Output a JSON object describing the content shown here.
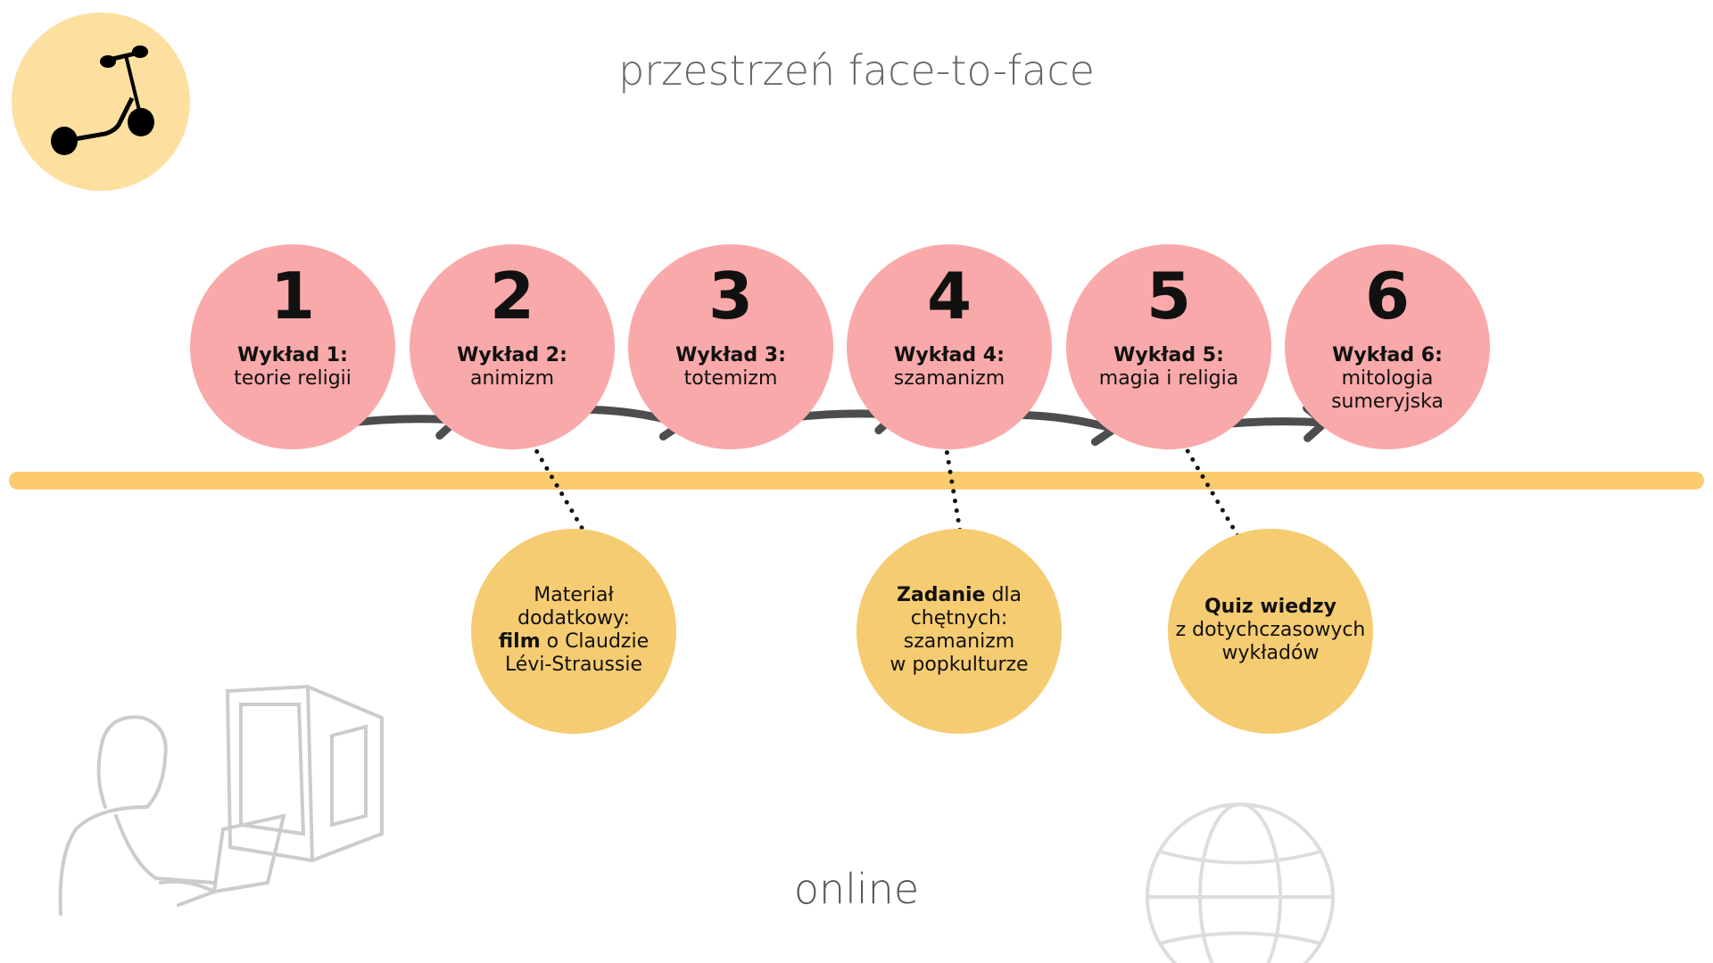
{
  "header": {
    "title": "przestrzeń face-to-face"
  },
  "footer": {
    "title": "online"
  },
  "lectures": [
    {
      "number": "1",
      "title": "Wykład 1:",
      "topic": "teorie religii"
    },
    {
      "number": "2",
      "title": "Wykład 2:",
      "topic": "animizm"
    },
    {
      "number": "3",
      "title": "Wykład 3:",
      "topic": "totemizm"
    },
    {
      "number": "4",
      "title": "Wykład 4:",
      "topic": "szamanizm"
    },
    {
      "number": "5",
      "title": "Wykład 5:",
      "topic": "magia i religia"
    },
    {
      "number": "6",
      "title": "Wykład 6:",
      "topic": "mitologia sumeryjska"
    }
  ],
  "extras": [
    {
      "line1": "Materiał",
      "line2": "dodatkowy:",
      "bold": "film",
      "line3": " o Claudzie",
      "line4": "Lévi-Straussie"
    },
    {
      "bold": "Zadanie",
      "line1": " dla",
      "line2": "chętnych:",
      "line3": "szamanizm",
      "line4": "w popkulturze"
    },
    {
      "bold": "Quiz wiedzy",
      "line1": "z dotychczasowych",
      "line2": "wykładów"
    }
  ],
  "colors": {
    "pink": "#f9a9a9",
    "yellow": "#f6cc72",
    "timeline": "#fccb6e",
    "badge": "#fde0a0"
  }
}
